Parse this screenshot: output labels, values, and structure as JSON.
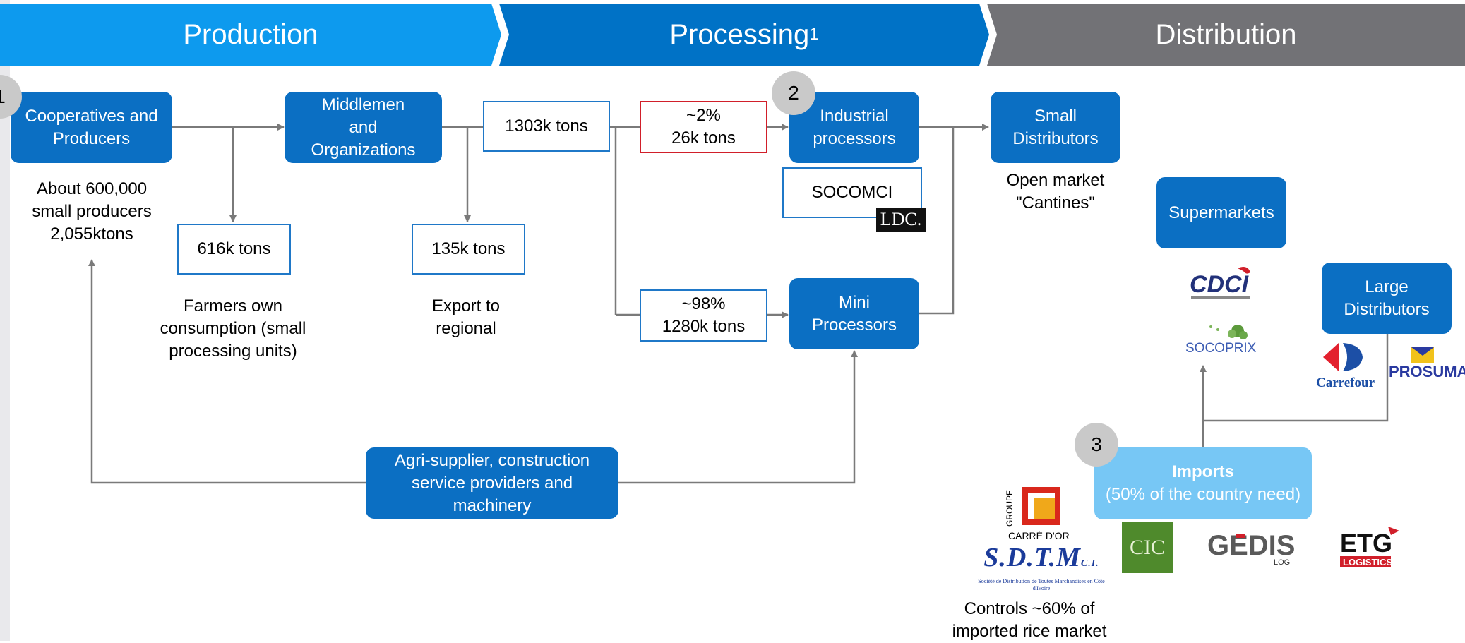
{
  "bands": {
    "production": "Production",
    "processing": "Processing",
    "processing_footnote": "1",
    "distribution": "Distribution"
  },
  "badges": [
    "1",
    "2",
    "3"
  ],
  "nodes": {
    "cooperatives": "Cooperatives and Producers",
    "middlemen": "Middlemen and Organizations",
    "industrial": "Industrial processors",
    "mini": "Mini Processors",
    "small_distributors": "Small Distributors",
    "supermarkets": "Supermarkets",
    "large_distributors": "Large Distributors",
    "agri_supplier": "Agri-supplier, construction service providers and machinery",
    "imports_title": "Imports",
    "imports_sub": "(50% of the country need)"
  },
  "flows": {
    "own_consumption": "616k tons",
    "export": "135k tons",
    "total": "1303k tons",
    "industrial_share_pct": "~2%",
    "industrial_share_tons": "26k tons",
    "mini_share_pct": "~98%",
    "mini_share_tons": "1280k tons"
  },
  "notes": {
    "producers_line1": "About 600,000",
    "producers_line2": "small producers",
    "producers_line3": "2,055ktons",
    "own_consumption": "Farmers own consumption (small processing units)",
    "export": "Export to regional",
    "open_market_line1": "Open market",
    "open_market_line2": "\"Cantines\"",
    "imports_control": "Controls ~60% of imported rice market"
  },
  "logos": {
    "socomci": "SOCOMCI",
    "ldc": "LDC.",
    "cdci": "CDCI",
    "socoprix": "SOCOPRIX",
    "carrefour": "Carrefour",
    "prosuma": "PROSUMA",
    "carre_dor_groupe": "GROUPE",
    "carre_dor": "CARRÉ D'OR",
    "sdtm": "S.D.T.M",
    "sdtm_suffix": "C.I.",
    "sdtm_tagline": "Société de Distribution de Toutes Marchandises en Côte d'Ivoire",
    "cic": "CIC",
    "gedis": "GEDIS",
    "gedis_suffix": "LOG",
    "etg": "ETG",
    "etg_sub": "LOGISTICS"
  },
  "colors": {
    "production_band": "#0d9aee",
    "processing_band": "#0072c6",
    "distribution_band": "#727276",
    "node_blue": "#0b6fc3",
    "imports_blue": "#77c7f5",
    "connector": "#7a7a7a",
    "highlight_red": "#d11f2a"
  }
}
